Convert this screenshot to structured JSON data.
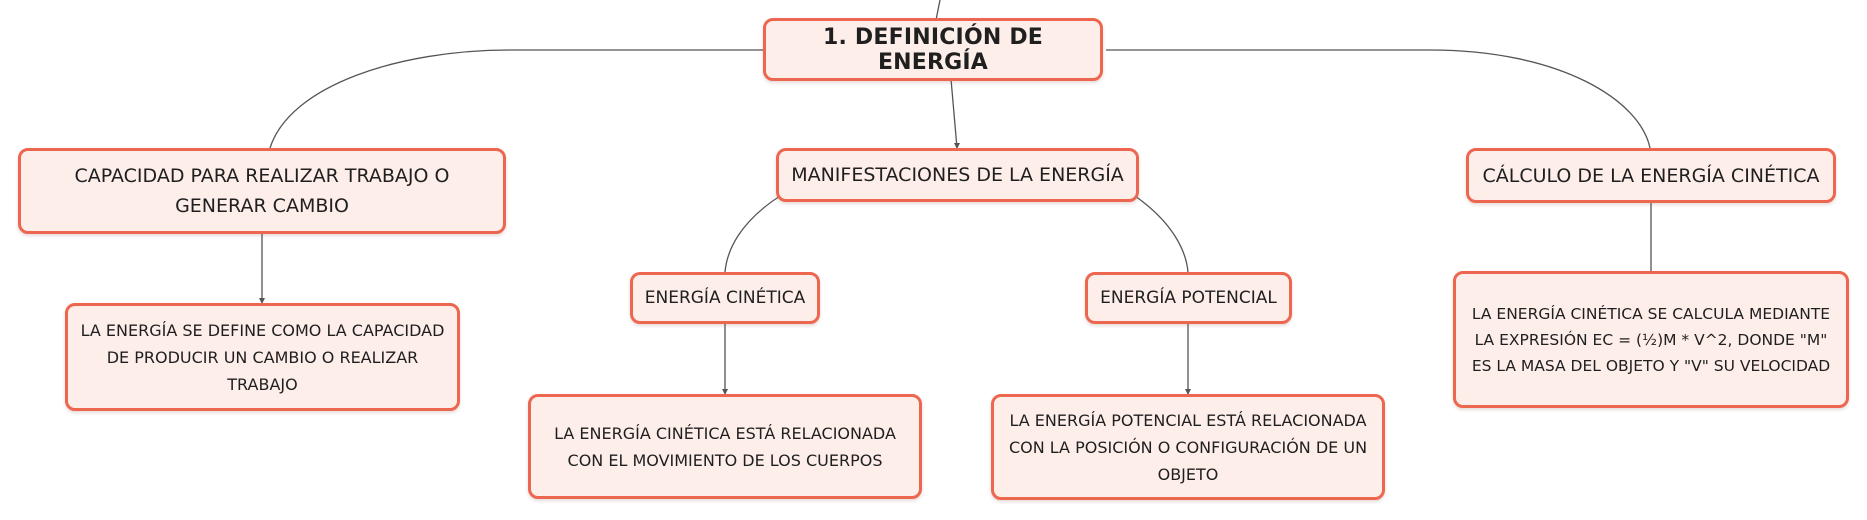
{
  "diagram": {
    "root": {
      "label": "1. Definición de energía"
    },
    "branches": [
      {
        "label": "Capacidad para realizar trabajo o generar cambio",
        "detail": "La energía se define como la capacidad de producir un cambio o realizar trabajo"
      },
      {
        "label": "Manifestaciones de la energía",
        "children": [
          {
            "label": "Energía cinética",
            "detail": "La energía cinética está relacionada con el movimiento de los cuerpos"
          },
          {
            "label": "Energía potencial",
            "detail": "La energía potencial está relacionada con la posición o configuración de un objeto"
          }
        ]
      },
      {
        "label": "Cálculo de la energía cinética",
        "detail": "La energía cinética se calcula mediante la expresión Ec = (½)m * v^2, donde \"m\" es la masa del objeto y \"v\" su velocidad"
      }
    ]
  },
  "colors": {
    "node_fill": "#fdeee9",
    "node_border": "#ec6650",
    "connector": "#555555",
    "text": "#1f1f1f"
  }
}
